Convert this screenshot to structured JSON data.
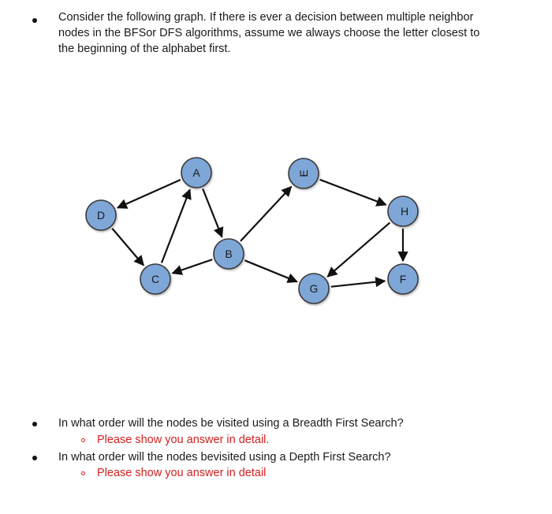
{
  "question": {
    "lines": [
      "Consider the following graph. If there is ever a decision between multiple neighbor",
      "nodes in the BFSor DFS algorithms, assume we always choose the letter closest to",
      "the beginning of the alphabet first."
    ]
  },
  "graph": {
    "node_fill": "#7ea7d8",
    "node_stroke": "#3b3b3b",
    "edge_color": "#111111",
    "nodes": [
      {
        "id": "A",
        "label": "A"
      },
      {
        "id": "B",
        "label": "B"
      },
      {
        "id": "C",
        "label": "C"
      },
      {
        "id": "D",
        "label": "D"
      },
      {
        "id": "E",
        "label": "E"
      },
      {
        "id": "F",
        "label": "F"
      },
      {
        "id": "G",
        "label": "G"
      },
      {
        "id": "H",
        "label": "H"
      }
    ],
    "edges": [
      {
        "from": "A",
        "to": "D"
      },
      {
        "from": "D",
        "to": "C"
      },
      {
        "from": "C",
        "to": "A"
      },
      {
        "from": "A",
        "to": "B"
      },
      {
        "from": "B",
        "to": "C"
      },
      {
        "from": "B",
        "to": "E"
      },
      {
        "from": "B",
        "to": "G"
      },
      {
        "from": "E",
        "to": "H"
      },
      {
        "from": "H",
        "to": "G"
      },
      {
        "from": "H",
        "to": "F"
      },
      {
        "from": "G",
        "to": "F"
      }
    ]
  },
  "bfs": {
    "question": "In what order will the nodes be visited using a Breadth First Search?",
    "note": "Please show you answer in detail."
  },
  "dfs": {
    "question": "In what order will the nodes bevisited using a Depth First Search?",
    "note": "Please show you answer in detail"
  }
}
